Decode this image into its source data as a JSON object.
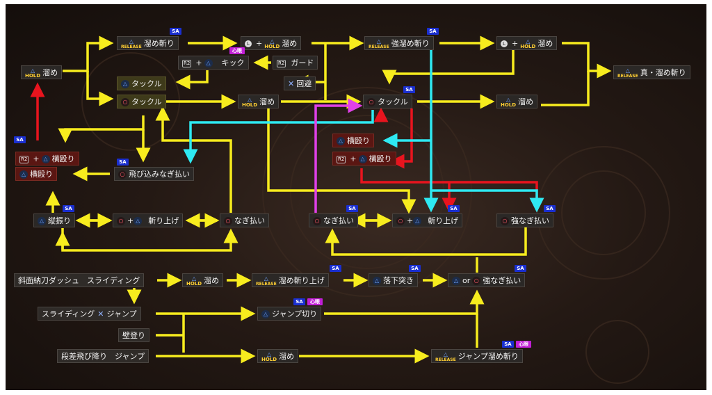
{
  "glyphs": {
    "triangle": "△",
    "circle": "○",
    "cross": "✕",
    "plus": "+",
    "hold": "HOLD",
    "release": "RELEASE",
    "r2": "R2",
    "l": "L",
    "or": "or"
  },
  "badges": {
    "sa": "SA",
    "shinsen": "心眼"
  },
  "labels": {
    "hold_tame": "溜め",
    "tame_kiri": "溜め斬り",
    "l_hold_tame": "溜め",
    "kyo_tame_kiri": "強溜め斬り",
    "l_hold_tame2": "溜め",
    "shin_tame_kiri": "真・溜め斬り",
    "kick": "キック",
    "guard": "ガード",
    "tackle_top": "タックル",
    "kaihi": "回避",
    "tackle_mid": "タックル",
    "hold_tame_mid": "溜め",
    "tackle_right": "タックル",
    "hold_tame_right": "溜め",
    "r2_yokonaguri_left": "横殴り",
    "yokonaguri_left": "横殴り",
    "tobikomi": "飛び込みなぎ払い",
    "yokonaguri_right": "横殴り",
    "r2_yokonaguri_right": "横殴り",
    "tatefuri": "縦振り",
    "kiriage_left": "斬り上げ",
    "nagibarai_left": "なぎ払い",
    "nagibarai_mid": "なぎ払い",
    "kiriage_right": "斬り上げ",
    "kyo_nagibarai": "強なぎ払い",
    "shamen": "斜面納刀ダッシュ　スライディング",
    "hold_tame_bottom": "溜め",
    "tame_kiriage": "溜め斬り上げ",
    "rakka": "落下突き",
    "kyo_nagibarai_bottom": "強なぎ払い",
    "sliding_jump": "スライディング",
    "sliding_jump_tail": "ジャンプ",
    "jump_kiri": "ジャンプ切り",
    "kabenobori": "壁登り",
    "dansa": "段差飛び降り　ジャンプ",
    "hold_tame_dansa": "溜め",
    "jump_tame_kiri": "ジャンプ溜め斬り"
  },
  "colors": {
    "yellow": "#f7ec1e",
    "red": "#e8141e",
    "cyan": "#2ee9f2",
    "magenta": "#e040e8",
    "sa": "#1a2fd0",
    "shinsen": "#c21fd6"
  }
}
